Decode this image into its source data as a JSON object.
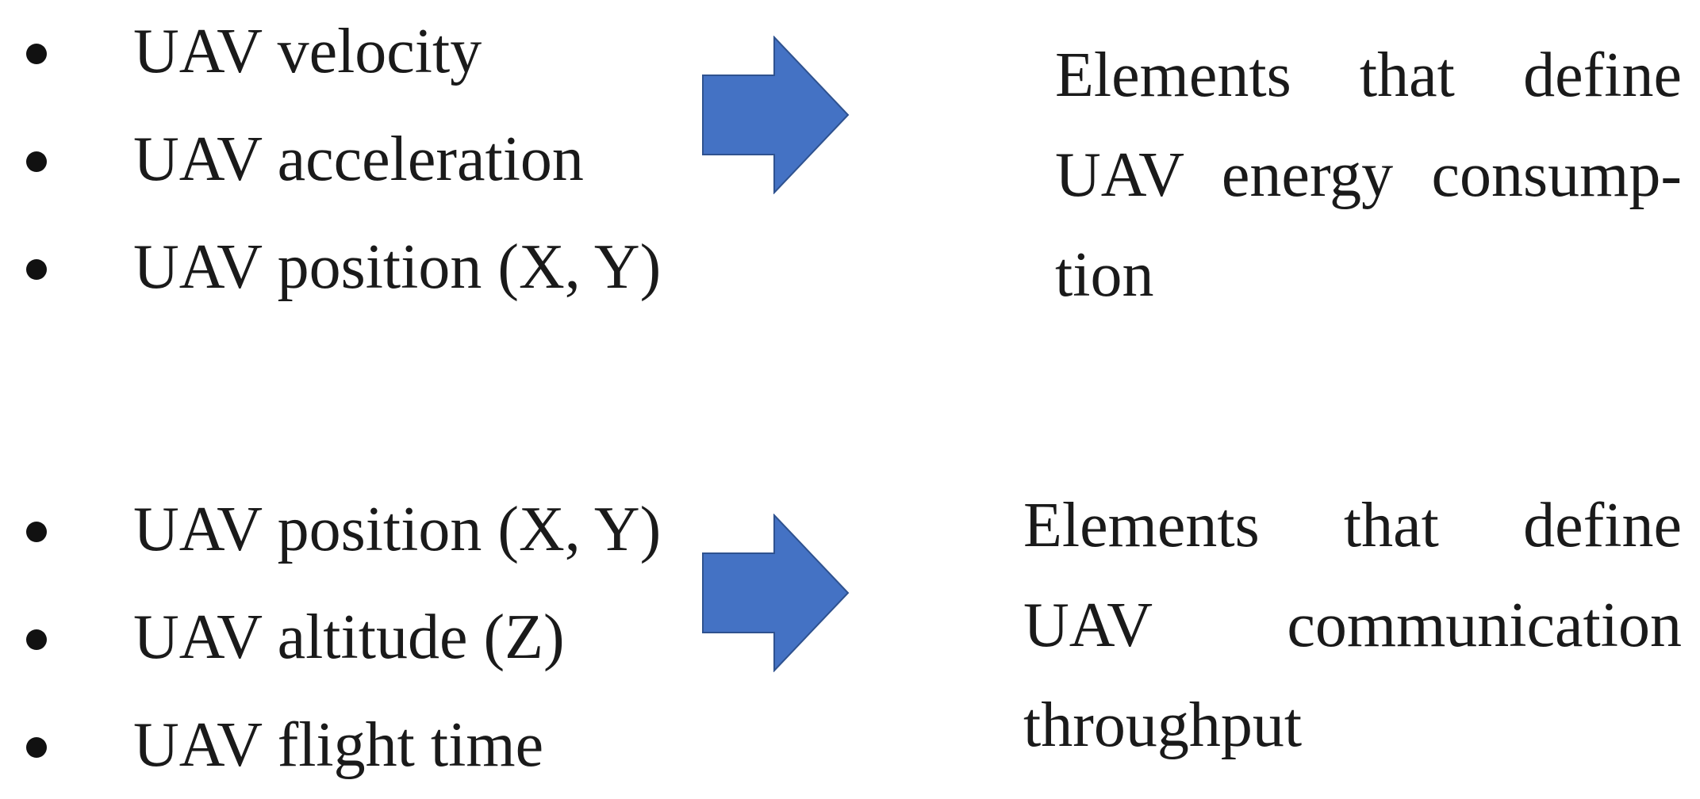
{
  "groups": [
    {
      "inputs": [
        "UAV velocity",
        "UAV acceleration",
        "UAV position (X, Y)"
      ],
      "outcome_lines": [
        "Elements that define",
        "UAV energy consump-",
        "tion"
      ]
    },
    {
      "inputs": [
        "UAV position (X, Y)",
        "UAV altitude (Z)",
        "UAV flight time"
      ],
      "outcome_lines": [
        "Elements that define",
        "UAV communication",
        "throughput"
      ]
    }
  ],
  "colors": {
    "arrow_fill": "#4472C4",
    "arrow_stroke": "#2F528F",
    "text": "#1a1a1a"
  },
  "icons": {
    "bullet": "bullet-dot-icon",
    "arrow": "right-arrow-icon"
  }
}
